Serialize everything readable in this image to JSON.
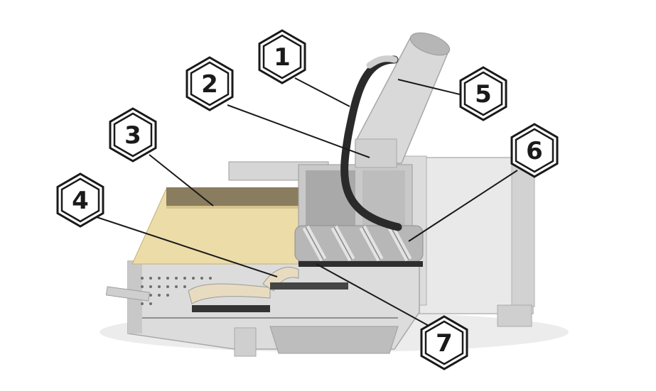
{
  "callouts": [
    {
      "label": "1"
    },
    {
      "label": "2"
    },
    {
      "label": "3"
    },
    {
      "label": "4"
    },
    {
      "label": "5"
    },
    {
      "label": "6"
    },
    {
      "label": "7"
    }
  ],
  "colors": {
    "leader": "#1a1a1a",
    "badge_stroke": "#1a1a1a",
    "badge_fill": "#ffffff",
    "metal_light": "#e4e4e4",
    "metal_mid": "#c9c9c9",
    "metal_dark": "#9b9b9b",
    "insulation": "#e9d9a6",
    "hose": "#2a2a2a",
    "shadow": "#e6e6e6"
  }
}
